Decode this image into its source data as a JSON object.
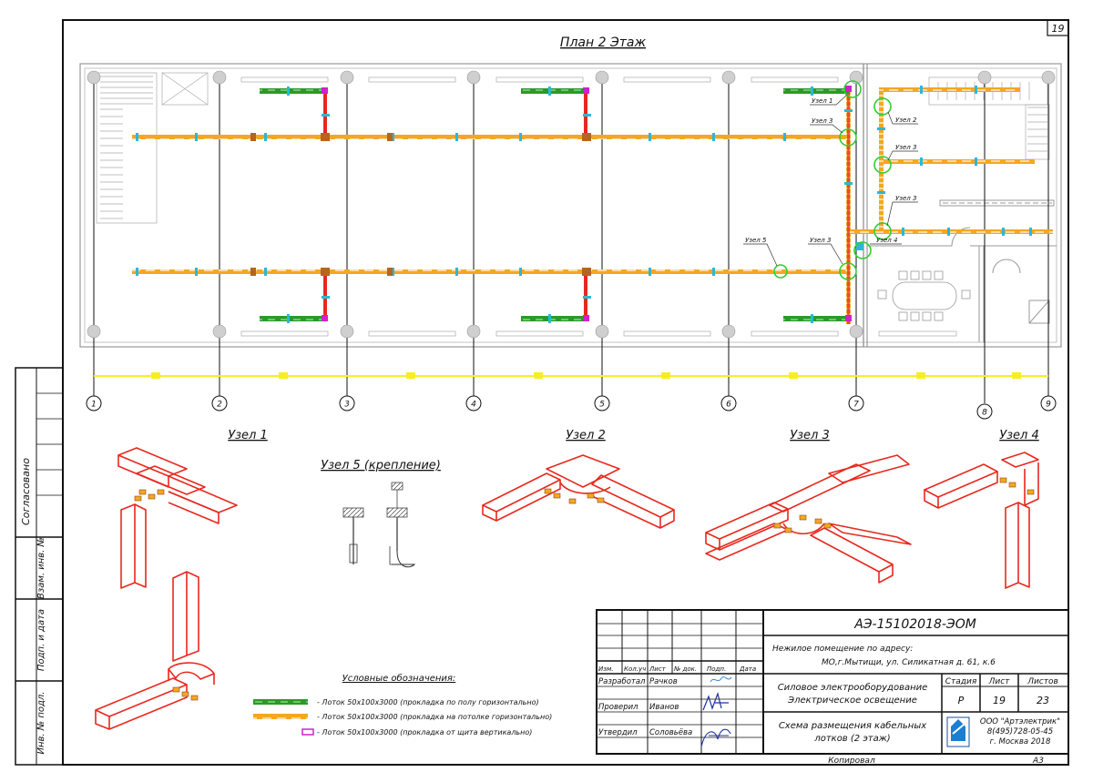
{
  "sheet_number": "19",
  "plan_title": "План 2 Этаж",
  "axes": [
    "1",
    "2",
    "3",
    "4",
    "5",
    "6",
    "7",
    "8",
    "9"
  ],
  "plan_callouts": {
    "uzel1": "Узел 1",
    "uzel3_a": "Узел 3",
    "uzel2": "Узел 2",
    "uzel3_b": "Узел 3",
    "uzel3_c": "Узел 3",
    "uzel4": "Узел 4",
    "uzel5": "Узел 5",
    "uzel3_d": "Узел 3"
  },
  "details": {
    "uzel1": "Узел 1",
    "uzel5": "Узел 5 (крепление)",
    "uzel2": "Узел 2",
    "uzel3": "Узел 3",
    "uzel4": "Узел 4"
  },
  "legend": {
    "title": "Условные обозначения:",
    "items": [
      {
        "color": "#2a9a2a",
        "text": "- Лоток  50х100х3000 (прокладка по полу горизонтально)"
      },
      {
        "color": "#f0a030",
        "text": "- Лоток 50х100х3000 (прокладка на потолке горизонтально)"
      },
      {
        "color": "#d020d0",
        "text": "- Лоток 50х100х3000 (прокладка от щита вертикально)"
      }
    ]
  },
  "side_stamp": {
    "soglasovano": "Согласовано",
    "vzam": "Взам. инв. №",
    "podp_data": "Подп. и дата",
    "inv_podl": "Инв. № подл."
  },
  "title_block": {
    "code": "АЭ-15102018-ЭОМ",
    "address_line1": "Нежилое помещение по адресу:",
    "address_line2": "МО,г.Мытищи, ул. Силикатная д. 61, к.6",
    "header_cols": [
      "Изм.",
      "Кол.уч",
      "Лист",
      "№ док.",
      "Подп.",
      "Дата"
    ],
    "rows": [
      {
        "role": "Разработал",
        "name": "Рачков"
      },
      {
        "role": "Проверил",
        "name": "Иванов"
      },
      {
        "role": "Утвердил",
        "name": "Соловьёва"
      }
    ],
    "section_line1": "Силовое электрооборудование",
    "section_line2": "Электрическое освещение",
    "stage_label": "Стадия",
    "sheet_label": "Лист",
    "sheets_label": "Листов",
    "stage": "Р",
    "sheet": "19",
    "sheets": "23",
    "drawing_line1": "Схема размещения кабельных",
    "drawing_line2": "лотков (2 этаж)",
    "company_line1": "ООО \"Артэлектрик\"",
    "company_line2": "8(495)728-05-45",
    "company_line3": "г. Москва 2018",
    "copied_label": "Копировал",
    "format": "А3"
  },
  "colors": {
    "floor_tray": "#2a9a2a",
    "ceiling_tray": "#f0a030",
    "riser_tray": "#d020d0",
    "joint": "#2ab8d8",
    "detail_red": "#e8281e",
    "callout_green": "#33cc33",
    "axis_band": "#f5ef22"
  }
}
